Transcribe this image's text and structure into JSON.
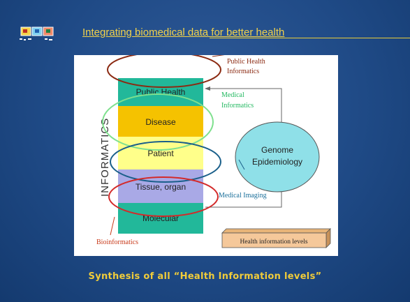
{
  "slide": {
    "title": "Integrating biomedical data for better health",
    "caption": "Synthesis of all “Health Information levels”"
  },
  "diagram": {
    "vertical_label": "INFORMATICS",
    "levels": [
      {
        "label": "Public Health",
        "color": "#22b89a"
      },
      {
        "label": "Disease",
        "color": "#f5c200"
      },
      {
        "label": "Patient",
        "color": "#ffff8a"
      },
      {
        "label": "Tissue, organ",
        "color": "#a9a9e6"
      },
      {
        "label": "Molecular",
        "color": "#22b89a"
      }
    ],
    "genome_label_line1": "Genome",
    "genome_label_line2": "Epidemiology",
    "legend_box": "Health information levels",
    "annotations": {
      "public_health_line1": "Public Health",
      "public_health_line2": "Informatics",
      "medical_line1": "Medical",
      "medical_line2": "Informatics",
      "medical_imaging": "Medical Imaging",
      "bioinformatics": "Bioinformatics"
    },
    "colors": {
      "public_health_ellipse": "#8b2a12",
      "medical_ellipse": "#7fe08e",
      "patient_ellipse": "#1a5f8a",
      "tissue_ellipse": "#d32a2a",
      "genome_fill": "#8fe0e8",
      "legend_fill": "#f5c89a",
      "annot_public_health": "#8b2a12",
      "annot_medical": "#22b860",
      "annot_imaging": "#1a6f9a",
      "annot_bioinformatics": "#c83a1a"
    }
  }
}
